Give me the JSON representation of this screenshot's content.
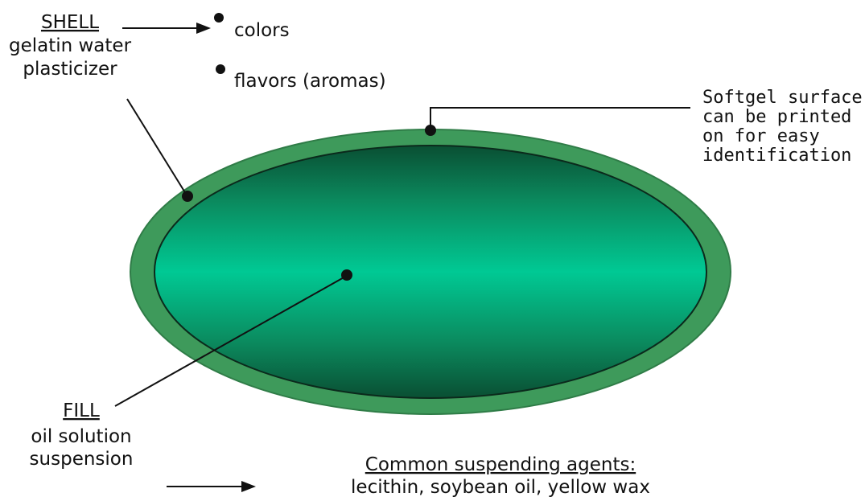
{
  "shell": {
    "heading": "SHELL",
    "lines": [
      "gelatin water",
      "plasticizer"
    ],
    "bullets": [
      "colors",
      "flavors (aromas)"
    ]
  },
  "surface_note": {
    "lines": [
      "Softgel surface",
      "can be printed",
      "on for easy",
      "identification"
    ]
  },
  "fill": {
    "heading": "FILL",
    "lines": [
      "oil solution",
      "suspension"
    ]
  },
  "suspending": {
    "heading": "Common suspending agents:",
    "agents": "lecithin, soybean oil, yellow wax"
  },
  "colors": {
    "shell_outer": "#3e9a5b",
    "fill_center": "#00c994",
    "fill_edge": "#0a4f33",
    "line": "#111111"
  }
}
